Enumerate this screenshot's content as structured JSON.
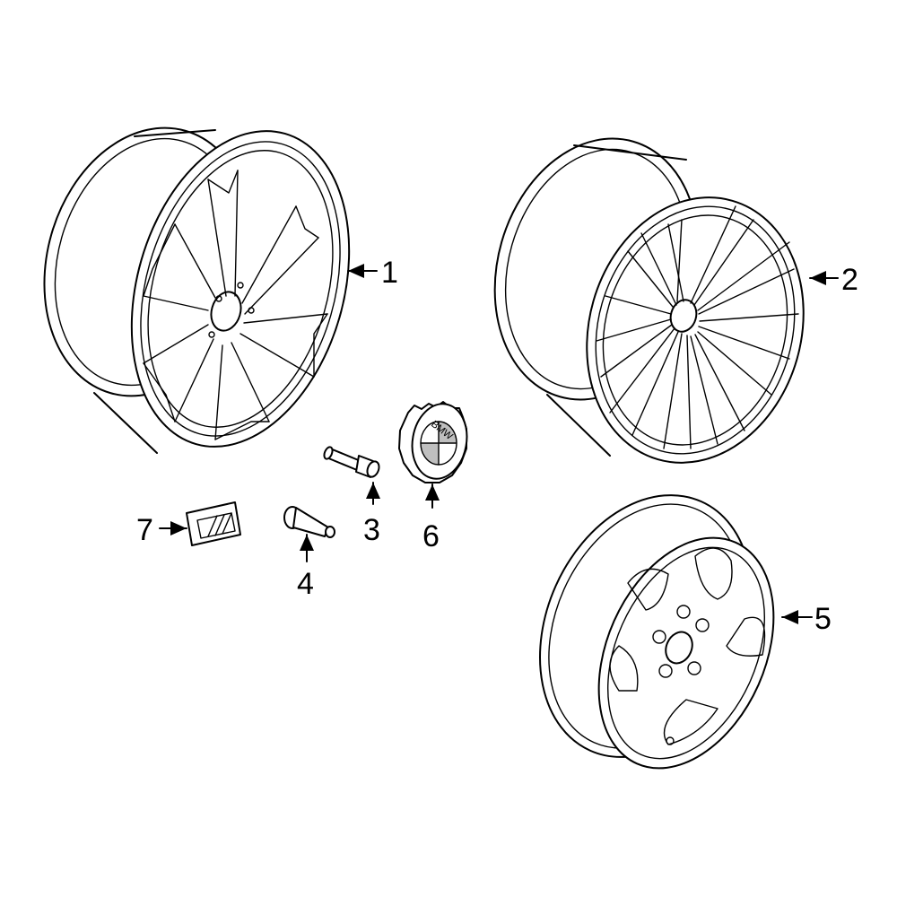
{
  "diagram": {
    "parts": [
      {
        "id": "wheel-1",
        "callout": "1"
      },
      {
        "id": "wheel-2",
        "callout": "2"
      },
      {
        "id": "bolt",
        "callout": "3"
      },
      {
        "id": "valve",
        "callout": "4"
      },
      {
        "id": "spare-wheel",
        "callout": "5"
      },
      {
        "id": "center-cap",
        "callout": "6"
      },
      {
        "id": "badge",
        "callout": "7"
      }
    ],
    "logo_text": "BMW"
  },
  "colors": {
    "line": "#000000",
    "background": "#ffffff"
  }
}
